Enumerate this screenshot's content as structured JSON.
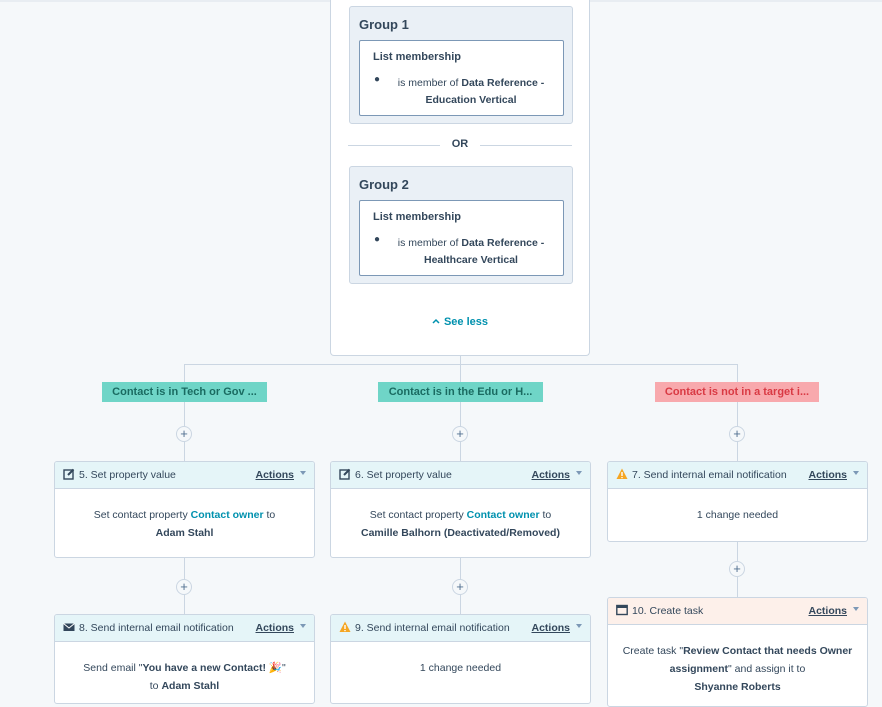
{
  "branch": {
    "groups": [
      {
        "title": "Group 1",
        "filter_title": "List membership",
        "prefix": "is member of ",
        "value": "Data Reference - Education Vertical"
      },
      {
        "title": "Group 2",
        "filter_title": "List membership",
        "prefix": "is member of ",
        "value": "Data Reference - Healthcare Vertical"
      }
    ],
    "or_label": "OR",
    "see_less": "See less"
  },
  "branch_labels": [
    {
      "text": "Contact is in Tech or Gov ...",
      "color": "#6fd5c7"
    },
    {
      "text": "Contact is in the Edu or H...",
      "color": "#6fd5c7"
    },
    {
      "text": "Contact is not in a target i...",
      "color": "#f8a9ad"
    }
  ],
  "actions": [
    {
      "title": "5. Set property value",
      "icon": "edit-icon",
      "actions_label": "Actions",
      "body_pre": "Set contact property ",
      "body_link": "Contact owner",
      "body_mid": " to",
      "body_bold": "Adam Stahl"
    },
    {
      "title": "6. Set property value",
      "icon": "edit-icon",
      "actions_label": "Actions",
      "body_pre": "Set contact property ",
      "body_link": "Contact owner",
      "body_mid": " to",
      "body_bold": "Camille Balhorn (Deactivated/Removed)"
    },
    {
      "title": "7. Send internal email notification",
      "icon": "warning-icon",
      "actions_label": "Actions",
      "body": "1 change needed"
    },
    {
      "title": "8. Send internal email notification",
      "icon": "email-icon",
      "actions_label": "Actions",
      "body_pre": "Send email \"",
      "body_bold1": "You have a new Contact! 🎉",
      "body_mid": "\"",
      "body_to": "to ",
      "body_bold2": "Adam Stahl"
    },
    {
      "title": "9. Send internal email notification",
      "icon": "warning-icon",
      "actions_label": "Actions",
      "body": "1 change needed"
    },
    {
      "title": "10. Create task",
      "icon": "task-icon",
      "actions_label": "Actions",
      "body_pre": "Create task \"",
      "body_bold1": "Review Contact that needs Owner assignment",
      "body_mid": "\" and assign it to",
      "body_bold2": "Shyanne Roberts"
    }
  ],
  "plus_label": "+"
}
